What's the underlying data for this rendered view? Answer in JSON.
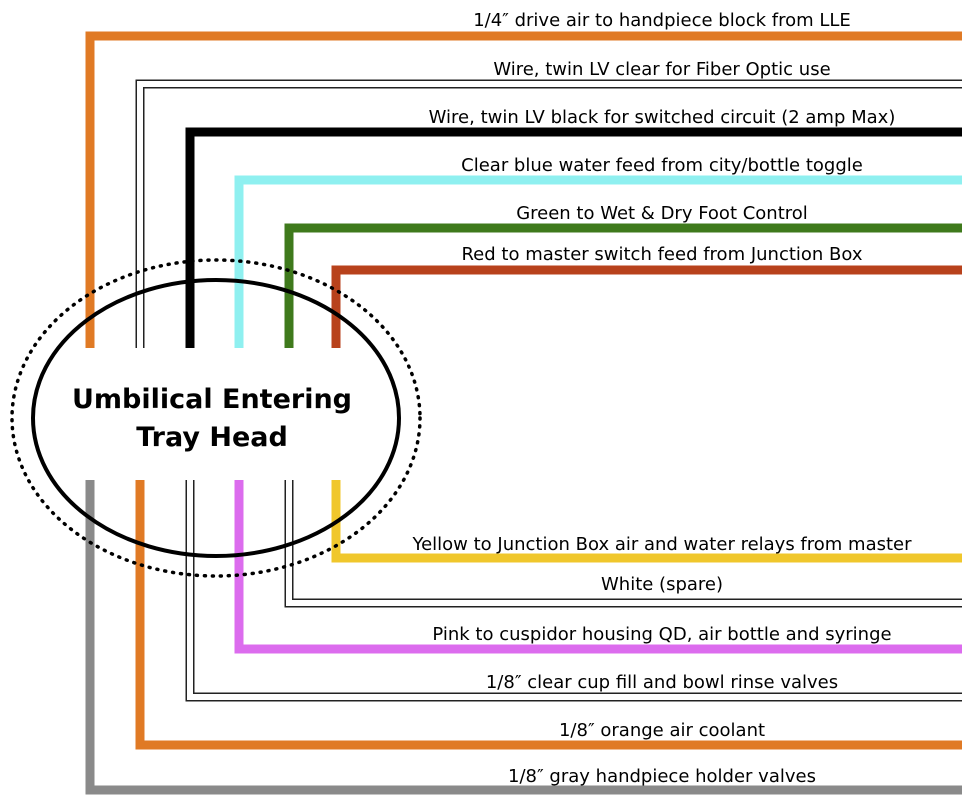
{
  "title_line1": "Umbilical Entering",
  "title_line2": "Tray Head",
  "upper_lines": [
    {
      "label": "1/4″ drive air to handpiece block from LLE",
      "color": "#e07a25",
      "style": "thick"
    },
    {
      "label": "Wire, twin LV clear for Fiber Optic use",
      "color": "#ffffff",
      "style": "outline"
    },
    {
      "label": "Wire, twin LV black for switched circuit (2 amp Max)",
      "color": "#000000",
      "style": "thick"
    },
    {
      "label": "Clear blue water feed from city/bottle toggle",
      "color": "#8ff0f0",
      "style": "thick"
    },
    {
      "label": "Green to Wet & Dry Foot Control",
      "color": "#3f7a1c",
      "style": "thick"
    },
    {
      "label": "Red to master switch feed from Junction Box",
      "color": "#b8421c",
      "style": "thick"
    }
  ],
  "lower_lines": [
    {
      "label": "Yellow to Junction Box air and water relays from master",
      "color": "#f0c72c",
      "style": "thick"
    },
    {
      "label": "White (spare)",
      "color": "#ffffff",
      "style": "outline"
    },
    {
      "label": "Pink to cuspidor housing QD, air bottle and syringe",
      "color": "#dc6cee",
      "style": "thick"
    },
    {
      "label": "1/8″ clear cup fill and bowl rinse valves",
      "color": "#ffffff",
      "style": "outline"
    },
    {
      "label": "1/8″ orange air coolant",
      "color": "#e07a25",
      "style": "thick"
    },
    {
      "label": "1/8″ gray handpiece holder valves",
      "color": "#8a8a8a",
      "style": "thick"
    }
  ]
}
